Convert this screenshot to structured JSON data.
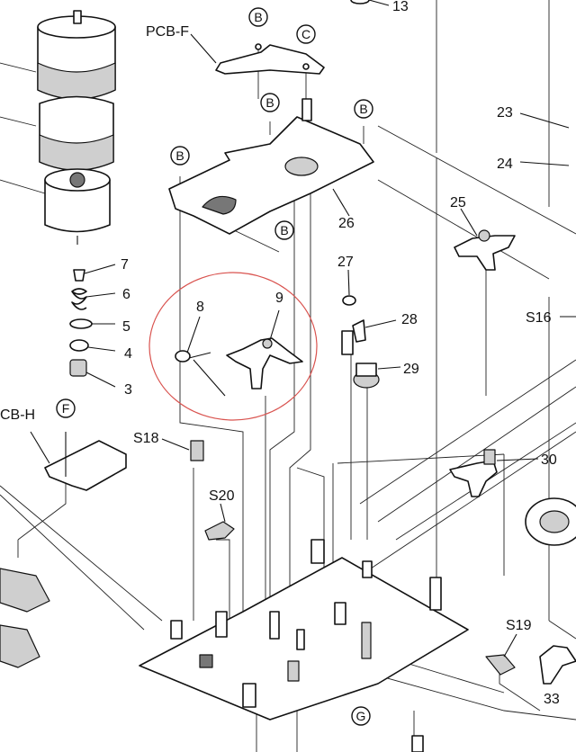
{
  "labels": {
    "pcb_f": "PCB-F",
    "pcb_h": "CB-H",
    "n13": "13",
    "n23": "23",
    "n24": "24",
    "n25": "25",
    "n26": "26",
    "n27": "27",
    "n28": "28",
    "n29": "29",
    "n30": "30",
    "n33": "33",
    "n3": "3",
    "n4": "4",
    "n5": "5",
    "n6": "6",
    "n7": "7",
    "n8": "8",
    "n9": "9",
    "s16": "S16",
    "s18": "S18",
    "s19": "S19",
    "s20": "S20"
  },
  "bubbles": {
    "b1": "B",
    "b2": "B",
    "b3": "B",
    "b4": "B",
    "b5": "B",
    "c": "C",
    "f": "F",
    "g": "G"
  },
  "colors": {
    "ink": "#111111",
    "highlight_circle": "#d9534f",
    "background": "#ffffff"
  }
}
